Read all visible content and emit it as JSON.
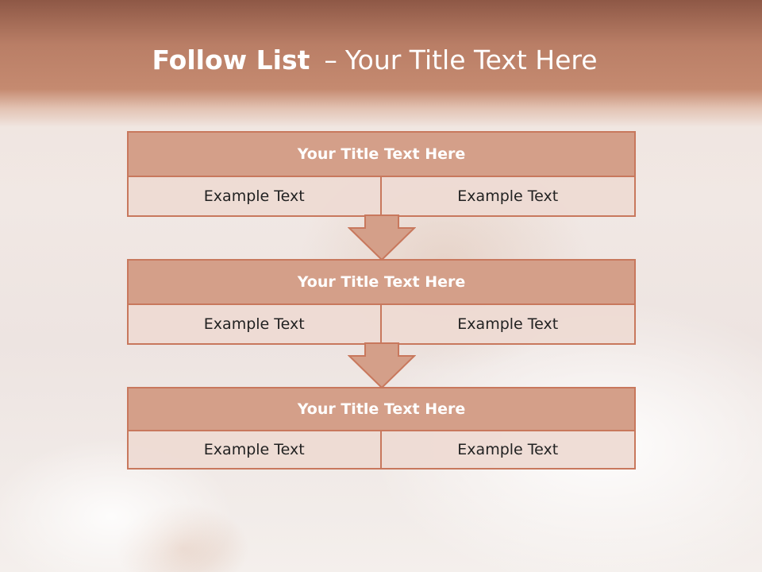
{
  "slide": {
    "title_strong": "Follow List",
    "title_dash": "–",
    "title_rest": "Your Title Text Here"
  },
  "blocks": [
    {
      "title": "Your Title Text Here",
      "left": "Example Text",
      "right": "Example Text"
    },
    {
      "title": "Your Title Text Here",
      "left": "Example Text",
      "right": "Example Text"
    },
    {
      "title": "Your Title Text Here",
      "left": "Example Text",
      "right": "Example Text"
    }
  ],
  "colors": {
    "header_band": "#b97e66",
    "block_title_fill": "#d49f89",
    "block_border": "#c8785d",
    "cell_fill": "#eedad2",
    "arrow_fill": "#d49f89"
  }
}
